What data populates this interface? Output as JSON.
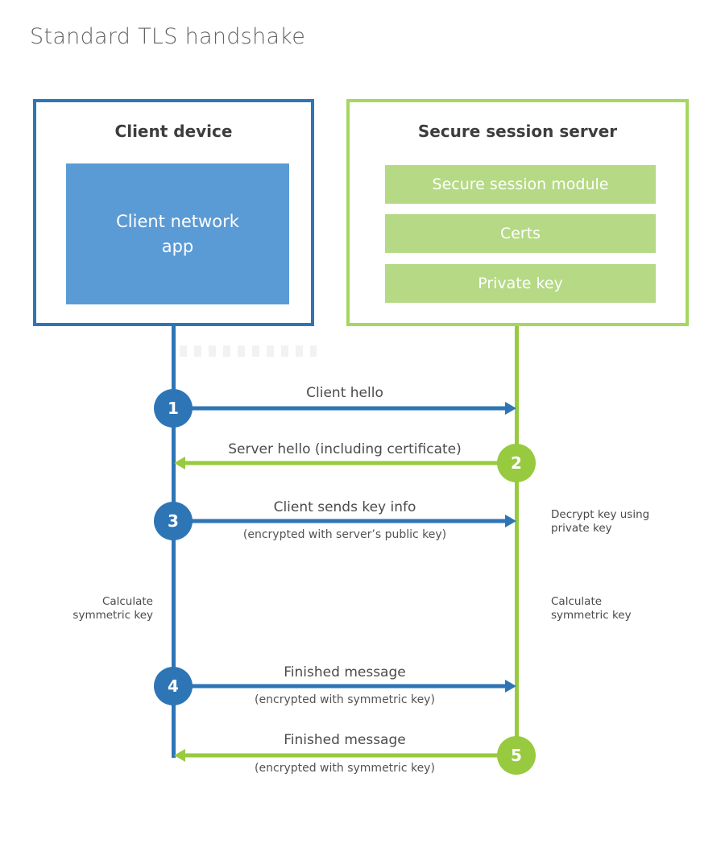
{
  "title": "Standard TLS handshake",
  "colors": {
    "blue": "#2e75b6",
    "blue-fill": "#5b9bd5",
    "green": "#97ca3e",
    "green-border": "#a5d75f",
    "green-fill": "#b5d985"
  },
  "client": {
    "heading": "Client device",
    "app_line1": "Client network",
    "app_line2": "app"
  },
  "server": {
    "heading": "Secure session server",
    "modules": [
      "Secure session module",
      "Certs",
      "Private key"
    ]
  },
  "steps": [
    {
      "num": "1",
      "label": "Client hello",
      "sub": "",
      "direction": "right"
    },
    {
      "num": "2",
      "label": "Server hello (including certificate)",
      "sub": "",
      "direction": "left"
    },
    {
      "num": "3",
      "label": "Client sends key info",
      "sub": "(encrypted with server’s public key)",
      "direction": "right"
    },
    {
      "num": "4",
      "label": "Finished message",
      "sub": "(encrypted with symmetric key)",
      "direction": "right"
    },
    {
      "num": "5",
      "label": "Finished message",
      "sub": "(encrypted with symmetric key)",
      "direction": "left"
    }
  ],
  "notes": {
    "decrypt_line1": "Decrypt key using",
    "decrypt_line2": "private key",
    "calc_left_line1": "Calculate",
    "calc_left_line2": "symmetric key",
    "calc_right_line1": "Calculate",
    "calc_right_line2": "symmetric key"
  }
}
